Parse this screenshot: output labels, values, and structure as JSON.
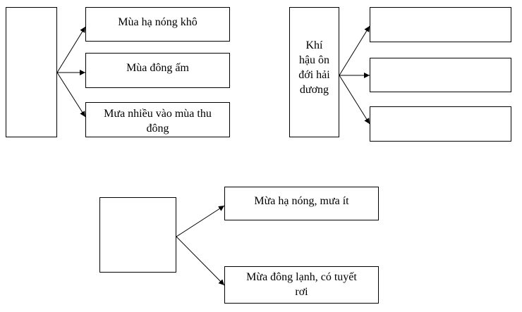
{
  "diagram_1": {
    "source": "",
    "targets": [
      "Mùa hạ nóng khô",
      "Mùa đông ấm",
      "Mưa nhiều vào mùa thu đông"
    ]
  },
  "diagram_2": {
    "source": "Khí hậu ôn đới hải dương",
    "targets": [
      "",
      "",
      ""
    ]
  },
  "diagram_3": {
    "source": "",
    "targets": [
      "Mừa hạ nóng, mưa ít",
      "Mừa đông lạnh, có tuyết rơi"
    ]
  }
}
